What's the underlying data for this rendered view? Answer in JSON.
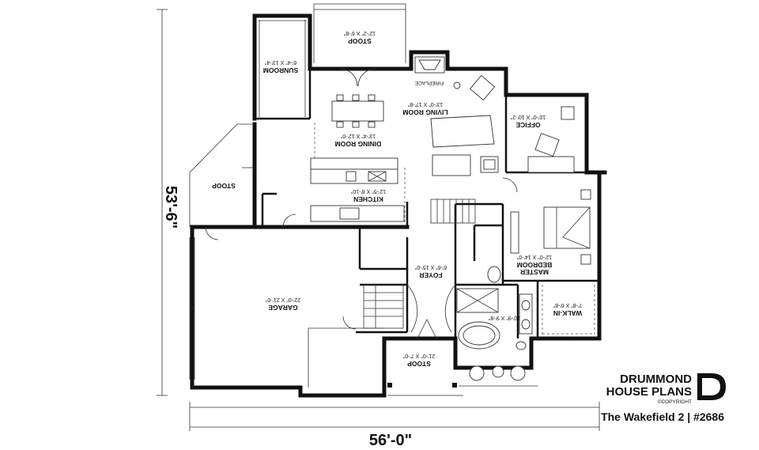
{
  "plan": {
    "rooms": [
      {
        "name": "STOOP",
        "size": "12'-2\" X 6'-8\""
      },
      {
        "name": "SUNROOM",
        "size": "6'-4\" X 13'-4\""
      },
      {
        "name": "LIVING ROOM",
        "size": "13'-0\" X 17'-8\""
      },
      {
        "name": "DINING ROOM",
        "size": "13'-4\" X 12'-0\""
      },
      {
        "name": "OFFICE",
        "size": "10'-0\" X 10'-2\""
      },
      {
        "name": "STOOP",
        "size": ""
      },
      {
        "name": "KITCHEN",
        "size": "12'-5\" X 8'-10\""
      },
      {
        "name": "MASTER BEDROOM",
        "size": "12'-0\" X 14'-0\""
      },
      {
        "name": "FOYER",
        "size": "6'-6\" X 15'-0\""
      },
      {
        "name": "GARAGE",
        "size": "22'-0\" X 21'-0\""
      },
      {
        "name": "WALK-IN",
        "size": "7'-8\" X 6'-8\""
      },
      {
        "name": "",
        "size": "10'-9\" X 9'-8\""
      },
      {
        "name": "STOOP",
        "size": "21'-0\" X 7'-0\""
      }
    ],
    "fireplace_label": "FIREPLACE",
    "master_line1": "MASTER",
    "master_line2": "BEDROOM",
    "width_dim": "56'-0\"",
    "depth_dim": "53'-6\""
  },
  "branding": {
    "logo_line1": "DRUMMOND",
    "logo_line2": "HOUSE PLANS",
    "copyright": "©COPYRIGHT",
    "title": "The Wakefield 2 | #2686"
  }
}
